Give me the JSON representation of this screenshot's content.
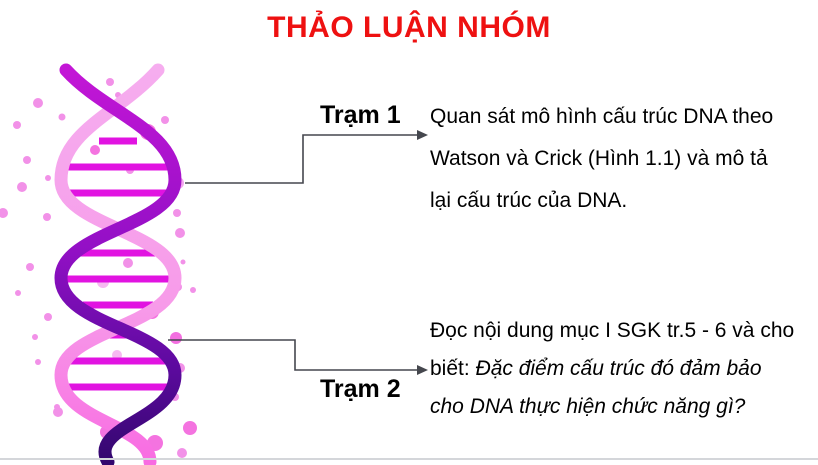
{
  "slide": {
    "title": "THẢO LUẬN NHÓM",
    "title_color": "#EE1111",
    "background": "#FFFFFF"
  },
  "stations": [
    {
      "label": "Trạm 1",
      "lines": [
        "Quan sát mô hình cấu trúc DNA theo",
        "Watson và Crick (Hình 1.1) và mô tả",
        "lại cấu trúc của DNA."
      ]
    },
    {
      "label": "Trạm 2",
      "line1": "Đọc nội dung mục I SGK tr.5 - 6 và cho",
      "line2_normal": "biết: ",
      "line2_emphasis": "Đặc điểm cấu trúc đó đảm bảo",
      "line3_emphasis": "cho DNA thực hiện chức năng gì?"
    }
  ],
  "connectors": {
    "color": "#45474E",
    "style": "elbow-arrow"
  },
  "illustration": {
    "name": "dna-double-helix",
    "strand_front_top_color": "#C316D6",
    "strand_front_bottom_color": "#33076E",
    "strand_back_top_color": "#F6ADEF",
    "strand_back_bottom_color": "#F86CE2",
    "rung_color": "#E113E1",
    "rung_alt_color": "#8F80EB",
    "dot_color": "#F291E8"
  },
  "divider_color": "#D4D6DA"
}
